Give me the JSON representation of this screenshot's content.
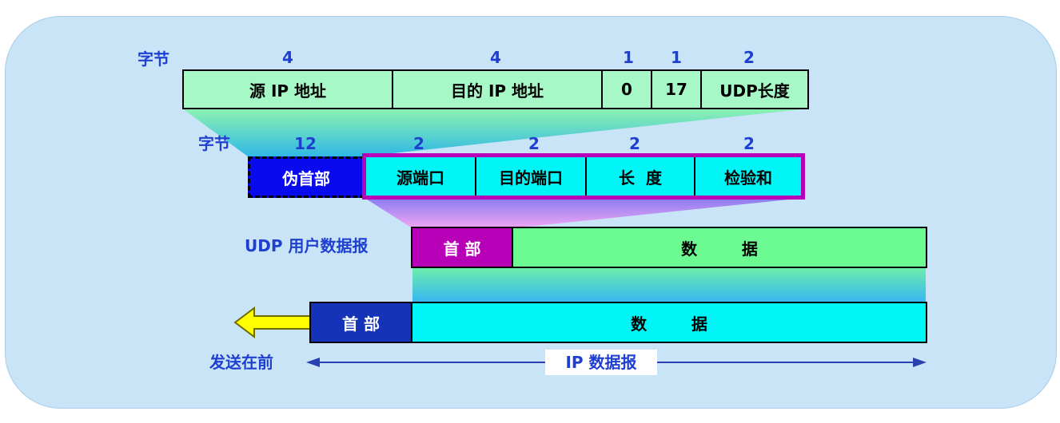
{
  "pseudo_header": {
    "byte_label": "字节",
    "sizes": [
      "4",
      "4",
      "1",
      "1",
      "2"
    ],
    "fields": [
      "源 IP 地址",
      "目的 IP 地址",
      "0",
      "17",
      "UDP长度"
    ]
  },
  "udp_header": {
    "byte_label": "字节",
    "pseudo_size": "12",
    "pseudo_label": "伪首部",
    "sizes": [
      "2",
      "2",
      "2",
      "2"
    ],
    "fields": [
      "源端口",
      "目的端口",
      "长  度",
      "检验和"
    ]
  },
  "udp_datagram": {
    "label": "UDP 用户数据报",
    "header": "首 部",
    "data": "数        据"
  },
  "ip_datagram": {
    "header": "首 部",
    "data": "数        据",
    "label": "IP 数据报",
    "send_first": "发送在前"
  },
  "colors": {
    "panel": "#c8e4f6",
    "label_blue": "#1f3fd0",
    "pseudo_header_green": "#a6f8c6",
    "cyan": "#00f6f6",
    "pseudo_blue": "#0a0aee",
    "magenta": "#b800b8",
    "data_green": "#6cfb92",
    "ip_header_blue": "#1433b8",
    "arrow_yellow": "#ffff00"
  }
}
